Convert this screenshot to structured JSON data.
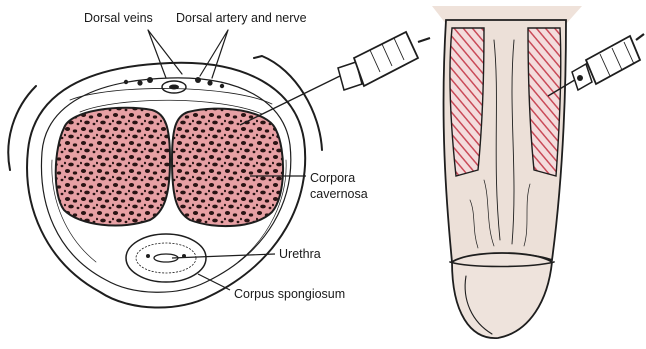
{
  "labels": {
    "dorsal_veins": "Dorsal veins",
    "dorsal_artery_nerve": "Dorsal artery and nerve",
    "corpora_line1": "Corpora",
    "corpora_line2": "cavernosa",
    "urethra": "Urethra",
    "corpus_spongiosum": "Corpus spongiosum"
  },
  "colors": {
    "erectile_tissue": "#e7a0a4",
    "tissue_pores": "#2a1414",
    "skin": "#f1e6e1",
    "shaft": "#ece0d8",
    "hatch": "#c94a58",
    "ink": "#1e1e1e"
  }
}
